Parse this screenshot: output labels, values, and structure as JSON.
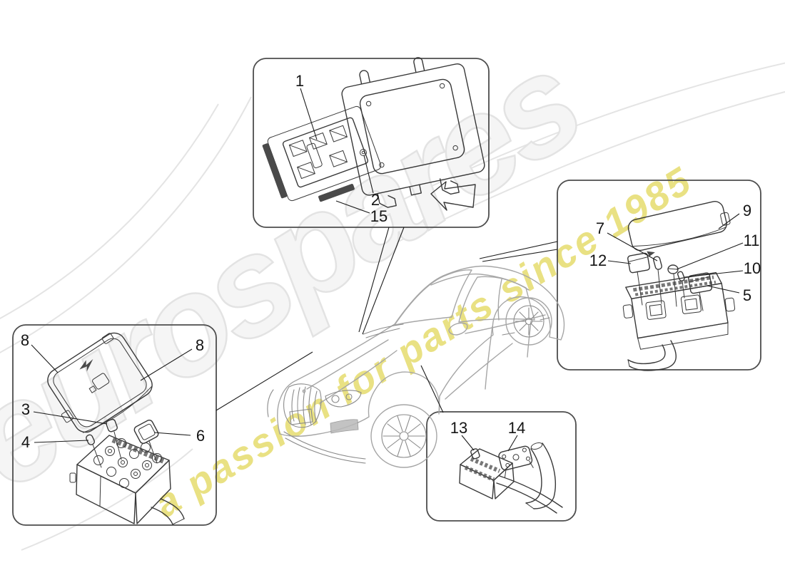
{
  "watermark": {
    "brand_text": "eurospares",
    "tagline_text": "a passion for parts since 1985",
    "brand_fill": "#f5f5f5",
    "brand_outline": "#e3e3e3",
    "tagline_color": "#e7dd72"
  },
  "diagram": {
    "type": "parts-diagram",
    "detail_boxes": {
      "bracket_assembly": {
        "callouts": [
          "1",
          "2",
          "15"
        ]
      },
      "front_fusebox": {
        "callouts": [
          "8",
          "8",
          "3",
          "4",
          "6"
        ]
      },
      "cowl_fusebox": {
        "callouts": [
          "7",
          "9",
          "11",
          "12",
          "10",
          "5"
        ]
      },
      "sill_fusebox": {
        "callouts": [
          "13",
          "14"
        ]
      }
    }
  }
}
